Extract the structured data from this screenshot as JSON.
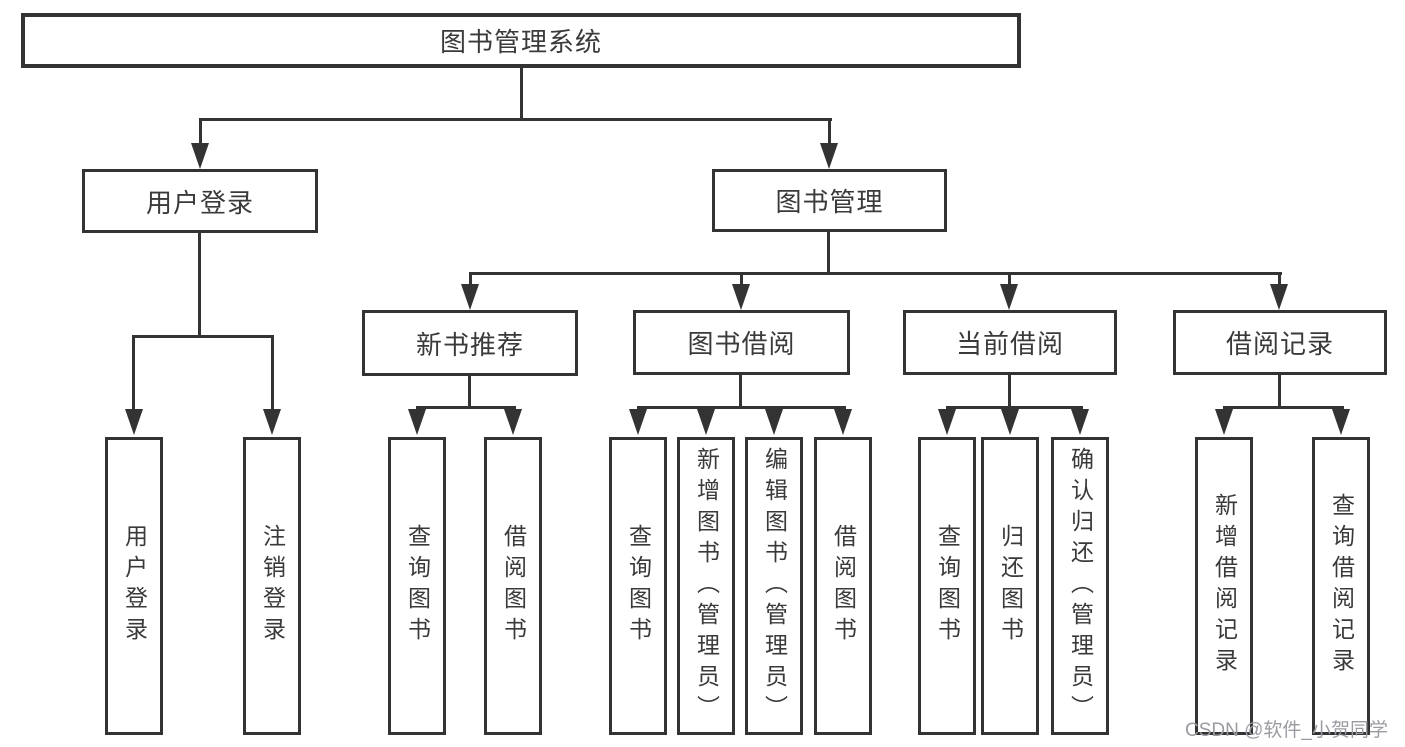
{
  "diagram": {
    "root": "图书管理系统",
    "level2": [
      "用户登录",
      "图书管理"
    ],
    "level3": [
      "新书推荐",
      "图书借阅",
      "当前借阅",
      "借阅记录"
    ],
    "leaves": {
      "userLogin": [
        "用户登录",
        "注销登录"
      ],
      "newBookRec": [
        "查询图书",
        "借阅图书"
      ],
      "bookBorrow": [
        "查询图书",
        "新增图书（管理员）",
        "编辑图书（管理员）",
        "借阅图书"
      ],
      "currentBorrow": [
        "查询图书",
        "归还图书",
        "确认归还（管理员）"
      ],
      "borrowRecord": [
        "新增借阅记录",
        "查询借阅记录"
      ]
    }
  },
  "watermark": "CSDN @软件_小贺同学",
  "colors": {
    "line": "#333333",
    "boxFill": "#ffffff",
    "text": "#3a3a3a",
    "watermark": "#9b9ba3"
  }
}
